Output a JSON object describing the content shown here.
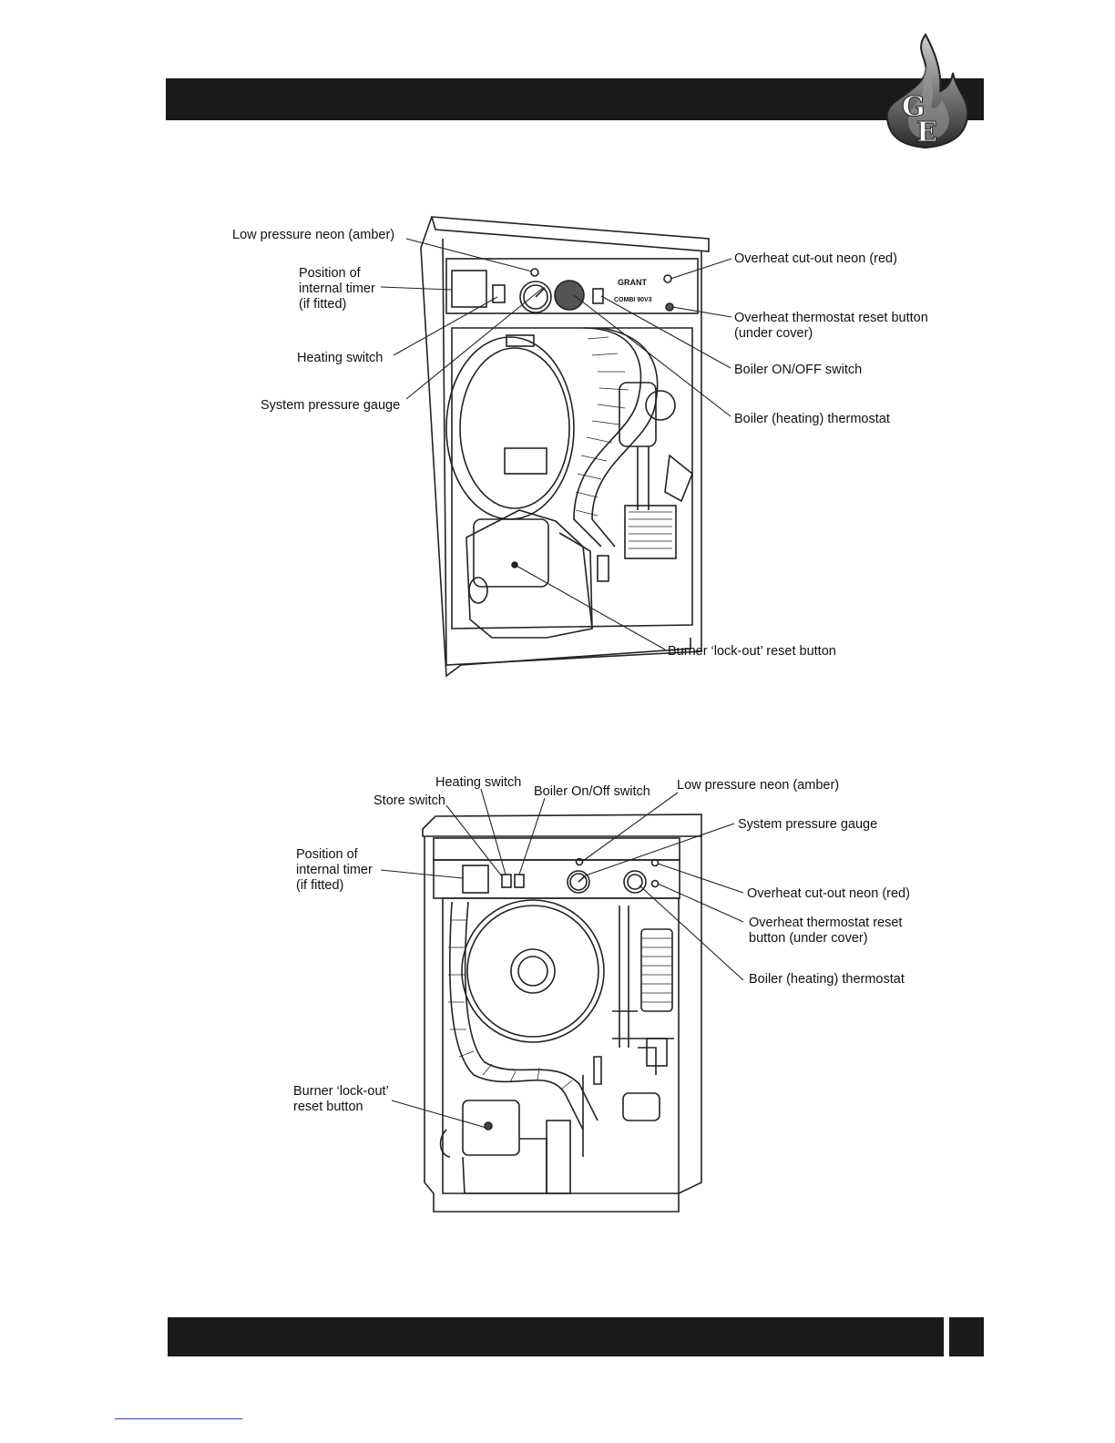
{
  "logo": {
    "letters": "GE"
  },
  "figure1": {
    "panel_brand": "GRANT",
    "panel_model": "COMBI 90V3",
    "labels": {
      "low_pressure_neon": "Low pressure neon (amber)",
      "internal_timer": "Position of\ninternal timer\n(if fitted)",
      "heating_switch": "Heating switch",
      "system_pressure_gauge": "System pressure gauge",
      "overheat_neon": "Overheat cut-out neon (red)",
      "overheat_reset": "Overheat thermostat reset button\n(under cover)",
      "boiler_switch": "Boiler ON/OFF switch",
      "boiler_thermostat": "Boiler (heating) thermostat",
      "burner_reset": "Burner ‘lock-out’ reset button"
    }
  },
  "figure2": {
    "labels": {
      "heating_switch": "Heating switch",
      "store_switch": "Store switch",
      "boiler_switch": "Boiler On/Off switch",
      "low_pressure_neon": "Low pressure neon (amber)",
      "system_pressure_gauge": "System pressure gauge",
      "internal_timer": "Position of\ninternal timer\n(if fitted)",
      "overheat_neon": "Overheat cut-out neon (red)",
      "overheat_reset": "Overheat thermostat reset\nbutton (under cover)",
      "boiler_thermostat": "Boiler (heating) thermostat",
      "burner_reset": "Burner ‘lock-out’\nreset button"
    }
  }
}
